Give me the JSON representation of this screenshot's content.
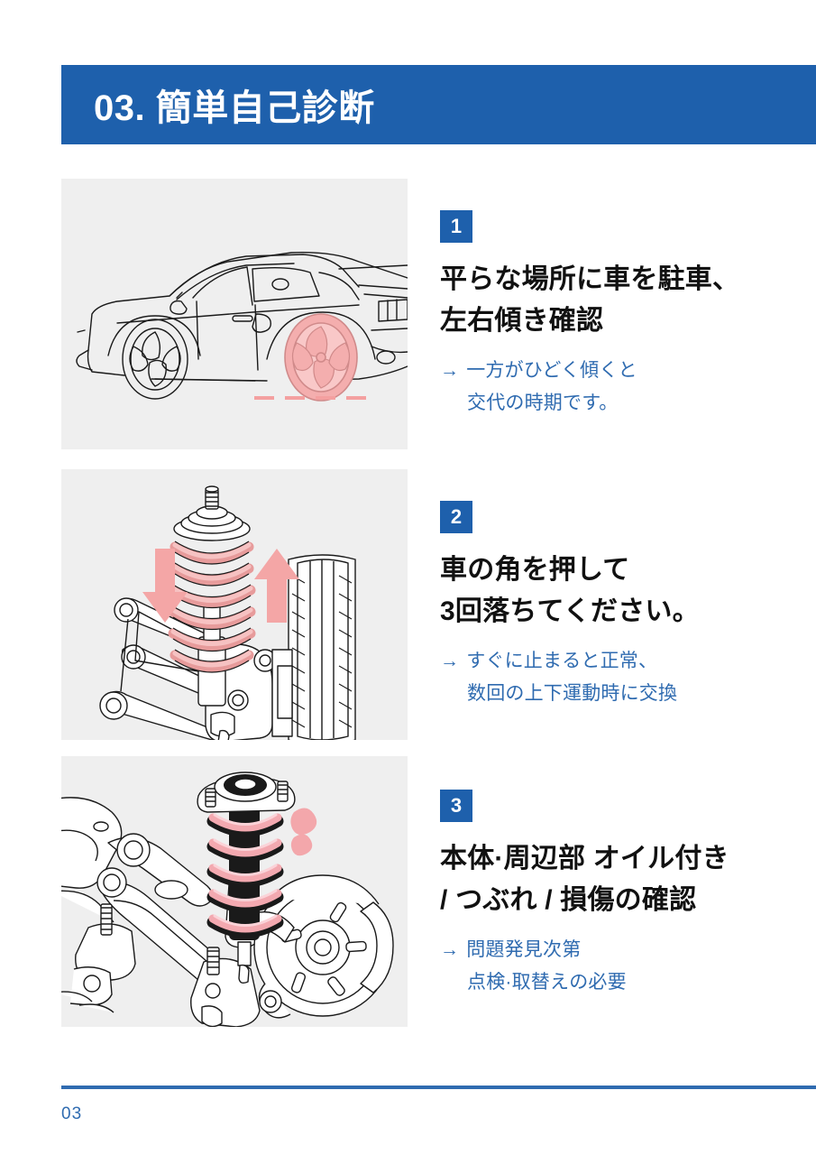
{
  "header": {
    "title": "03. 簡単自己診断",
    "bar_color": "#1e60ac"
  },
  "theme": {
    "blue": "#1e60ac",
    "note_blue": "#2f6bb0",
    "pink": "#f2a8a8",
    "panel_gray": "#efefef",
    "text_black": "#111111"
  },
  "steps": [
    {
      "badge": "1",
      "headline_line1": "平らな場所に車を駐車、",
      "headline_line2": "左右傾き確認",
      "arrow": "→",
      "note_line1": "一方がひどく傾くと",
      "note_line2": "交代の時期です。",
      "figure_name": "car-side-view-illustration",
      "figure_caption": "車の側面図・後輪強調・地面の破線"
    },
    {
      "badge": "2",
      "headline_line1": "車の角を押して",
      "headline_line2": "3回落ちてください。",
      "arrow": "→",
      "note_line1": "すぐに止まると正常、",
      "note_line2": "数回の上下運動時に交換",
      "figure_name": "suspension-strut-arrows-illustration",
      "figure_caption": "ストラット・コイルスプリング・上下矢印・タイヤ"
    },
    {
      "badge": "3",
      "headline_line1": "本体·周辺部 オイル付き",
      "headline_line2": "/ つぶれ / 損傷の確認",
      "arrow": "→",
      "note_line1": "問題発見次第",
      "note_line2": "点検·取替えの必要",
      "figure_name": "front-suspension-assembly-illustration",
      "figure_caption": "フロントサスペンション・ブレーキドラム・オイル漏れ"
    }
  ],
  "footer": {
    "page_number": "03"
  }
}
